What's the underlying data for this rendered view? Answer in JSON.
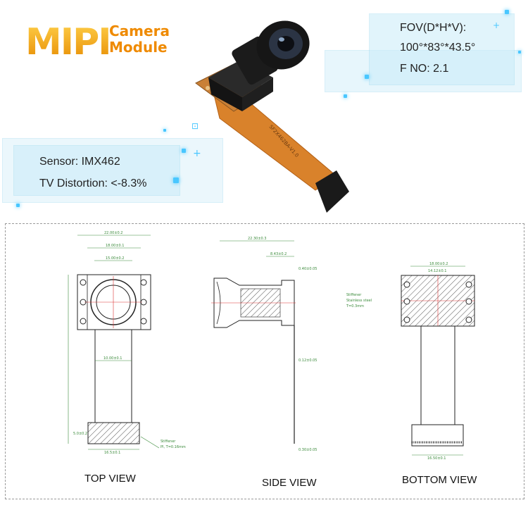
{
  "header": {
    "brand_big": "MIPI",
    "brand_small_line1": "Camera",
    "brand_small_line2": "Module"
  },
  "specs_right": {
    "fov_label": "FOV(D*H*V):",
    "fov_value": "100°*83°*43.5°",
    "fno": "F NO: 2.1"
  },
  "specs_left": {
    "sensor": "Sensor: IMX462",
    "distortion": "TV Distortion: <-8.3%"
  },
  "product": {
    "flex_print": "SF2X462BA-V1.0"
  },
  "drawing": {
    "top_view": {
      "label": "TOP VIEW",
      "dims": [
        "22.00±0.2",
        "18.00±0.1",
        "15.00±0.2",
        "10.00±0.1",
        "5.0±0.2",
        "16.5±0.1",
        "Stiffener",
        "PI, T=0.16mm"
      ]
    },
    "side_view": {
      "label": "SIDE VIEW",
      "dims": [
        "22.30±0.3",
        "8.43±0.2",
        "0.40±0.05",
        "0.12±0.05",
        "0.30±0.05"
      ]
    },
    "bottom_view": {
      "label": "BOTTOM VIEW",
      "dims": [
        "18.00±0.2",
        "14.12±0.1",
        "Stiffener",
        "Stainless steel",
        "T=0.3mm",
        "16.50±0.1"
      ]
    }
  },
  "colors": {
    "brand_orange": "#ef8a00",
    "glow_blue": "#49c7ff",
    "dim_green": "#3a8a3a",
    "flex_orange": "#d9822b"
  }
}
